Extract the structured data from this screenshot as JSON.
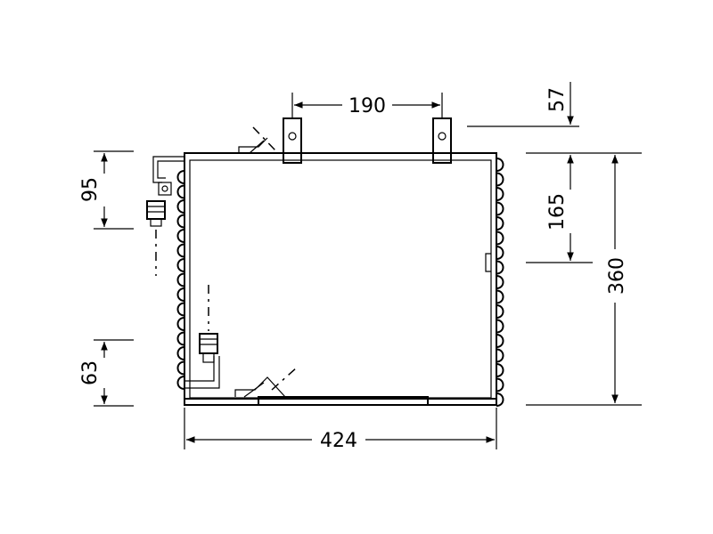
{
  "diagram": {
    "dimensions": {
      "top_span": "190",
      "top_right_offset": "57",
      "right_inner": "165",
      "right_total": "360",
      "left_top": "95",
      "left_bottom": "63",
      "bottom_width": "424"
    },
    "colors": {
      "line": "#000000",
      "background": "#ffffff"
    }
  }
}
